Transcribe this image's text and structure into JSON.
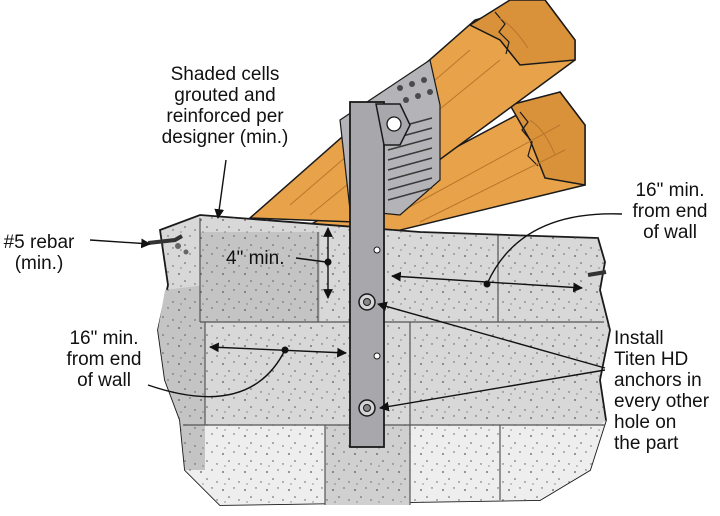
{
  "labels": {
    "shaded_cells": "Shaded cells\ngrouted and\nreinforced per\ndesigner (min.)",
    "rebar": "#5 rebar\n(min.)",
    "four_min": "4\" min.",
    "sixteen_right": "16\" min.\nfrom end\nof wall",
    "sixteen_left": "16\" min.\nfrom end\nof wall",
    "install": "Install\nTiten HD\nanchors in\nevery other\nhole on\nthe part"
  },
  "colors": {
    "lumber": "#e8a24a",
    "lumber_dark": "#c47f2a",
    "concrete": "#d8d8d8",
    "concrete_light": "#eeeeee",
    "concrete_shade": "#bcbcbc",
    "strap": "#a8a8ac",
    "outline": "#1a1a1a"
  }
}
